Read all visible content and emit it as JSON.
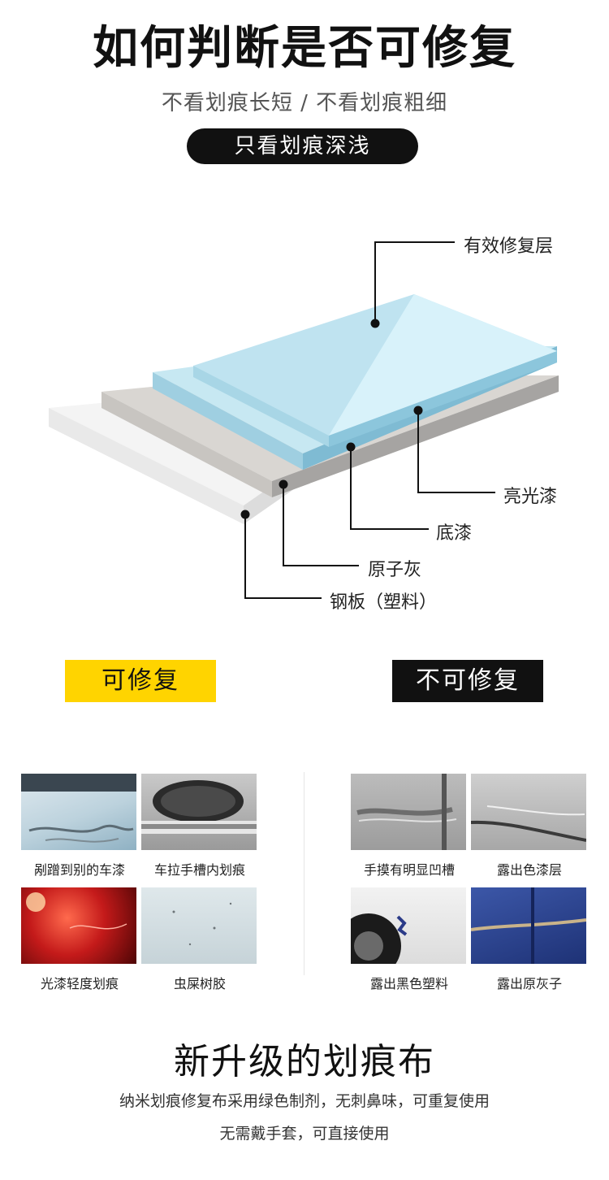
{
  "header": {
    "title": "如何判断是否可修复",
    "subtitle": "不看划痕长短 / 不看划痕粗细",
    "pill": "只看划痕深浅"
  },
  "layers": {
    "repair_layer": "有效修复层",
    "clear_coat": "亮光漆",
    "primer": "底漆",
    "putty": "原子灰",
    "steel": "钢板（塑料）"
  },
  "sections": {
    "repairable": "可修复",
    "not_repairable": "不可修复"
  },
  "repairable_items": [
    "剐蹭到别的车漆",
    "车拉手槽内划痕",
    "光漆轻度划痕",
    "虫屎树胶"
  ],
  "not_repairable_items": [
    "手摸有明显凹槽",
    "露出色漆层",
    "露出黑色塑料",
    "露出原灰子"
  ],
  "footer": {
    "title": "新升级的划痕布",
    "line1": "纳米划痕修复布采用绿色制剂，无刺鼻味，可重复使用",
    "line2": "无需戴手套，可直接使用"
  },
  "colors": {
    "accent_yellow": "#ffd400",
    "black": "#111111",
    "layer_blue": "#bfe3f0"
  }
}
